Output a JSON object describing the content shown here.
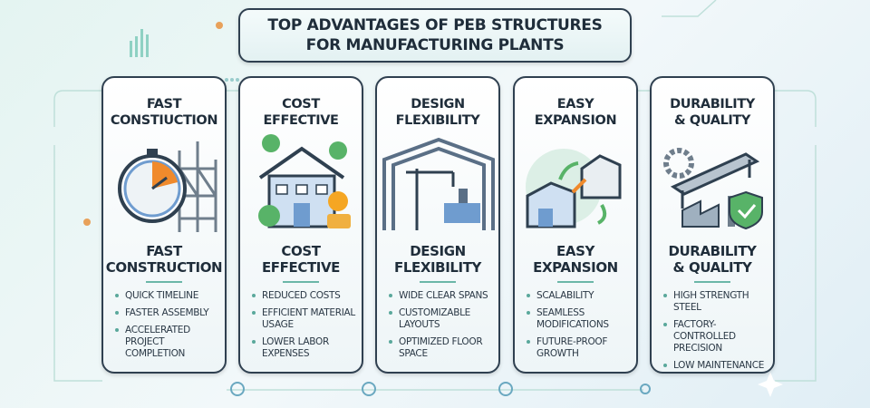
{
  "title": {
    "line1": "TOP ADVANTAGES OF PEB STRUCTURES",
    "line2": "FOR MANUFACTURING PLANTS"
  },
  "cards": [
    {
      "heading": [
        "FAST",
        "CONSTIUCTION"
      ],
      "subheading": [
        "FAST",
        "CONSTRUCTION"
      ],
      "icon": "stopwatch-scaffold-icon",
      "bullets": [
        "QUICK TIMELINE",
        "FASTER ASSEMBLY",
        "ACCELERATED PROJECT COMPLETION"
      ]
    },
    {
      "heading": [
        "COST",
        "EFFECTIVE"
      ],
      "subheading": [
        "COST",
        "EFFECTIVE"
      ],
      "icon": "house-coins-icon",
      "bullets": [
        "REDUCED COSTS",
        "EFFICIENT MATERIAL USAGE",
        "LOWER LABOR EXPENSES"
      ]
    },
    {
      "heading": [
        "DESIGN",
        "FLEXIBILITY"
      ],
      "subheading": [
        "DESIGN",
        "FLEXIBILITY"
      ],
      "icon": "steel-frame-crane-icon",
      "bullets": [
        "WIDE CLEAR SPANS",
        "CUSTOMIZABLE LAYOUTS",
        "OPTIMIZED FLOOR SPACE"
      ]
    },
    {
      "heading": [
        "EASY",
        "EXPANSION"
      ],
      "subheading": [
        "EASY",
        "EXPANSION"
      ],
      "icon": "expanding-buildings-icon",
      "bullets": [
        "SCALABILITY",
        "SEAMLESS MODIFICATIONS",
        "FUTURE-PROOF GROWTH"
      ]
    },
    {
      "heading": [
        "DURABILITY",
        "& QUALITY"
      ],
      "subheading": [
        "DURABILITY",
        "& QUALITY"
      ],
      "icon": "steel-beam-shield-icon",
      "bullets": [
        "HIGH STRENGTH STEEL",
        "FACTORY-CONTROLLED PRECISION",
        "LOW MAINTENANCE"
      ]
    }
  ],
  "colors": {
    "accent": "#5aa89b",
    "orange": "#f08a2c",
    "border": "#2f4050",
    "blue": "#6f9ccf",
    "green": "#58b368"
  }
}
